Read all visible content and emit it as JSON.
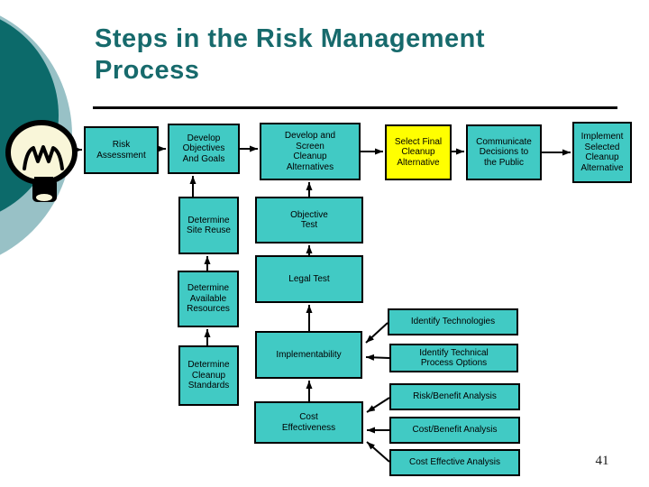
{
  "slide": {
    "title": "Steps in the Risk Management\nProcess",
    "page_number": "41"
  },
  "colors": {
    "box_teal": "#41CAC4",
    "box_yellow": "#FFFF00",
    "title_teal": "#176A6C",
    "deco_dark": "#0C6A6A",
    "deco_light": "#98C1C6",
    "bulb_cream": "#F9F6D9",
    "line_black": "#000000"
  },
  "nodes": {
    "risk_assessment": {
      "label": "Risk\nAssessment",
      "fill": "teal"
    },
    "develop_objectives": {
      "label": "Develop\nObjectives\nAnd Goals",
      "fill": "teal"
    },
    "develop_screen": {
      "label": "Develop and\nScreen\nCleanup\nAlternatives",
      "fill": "teal"
    },
    "select_final": {
      "label": "Select Final\nCleanup\nAlternative",
      "fill": "yellow",
      "highlight": true
    },
    "communicate": {
      "label": "Communicate\nDecisions to\nthe Public",
      "fill": "teal"
    },
    "implement_selected": {
      "label": "Implement\nSelected\nCleanup\nAlternative",
      "fill": "teal"
    },
    "determine_site_reuse": {
      "label": "Determine\nSite Reuse",
      "fill": "teal"
    },
    "objective_test": {
      "label": "Objective\nTest",
      "fill": "teal"
    },
    "determine_available": {
      "label": "Determine\nAvailable\nResources",
      "fill": "teal"
    },
    "legal_test": {
      "label": "Legal Test",
      "fill": "teal"
    },
    "determine_standards": {
      "label": "Determine\nCleanup\nStandards",
      "fill": "teal"
    },
    "implementability": {
      "label": "Implementability",
      "fill": "teal"
    },
    "identify_technologies": {
      "label": "Identify Technologies",
      "fill": "teal"
    },
    "identify_technical": {
      "label": "Identify Technical\nProcess Options",
      "fill": "teal"
    },
    "risk_benefit": {
      "label": "Risk/Benefit Analysis",
      "fill": "teal"
    },
    "cost_effectiveness": {
      "label": "Cost\nEffectiveness",
      "fill": "teal"
    },
    "cost_benefit": {
      "label": "Cost/Benefit Analysis",
      "fill": "teal"
    },
    "cost_effective": {
      "label": "Cost Effective Analysis",
      "fill": "teal"
    }
  },
  "edges": [
    {
      "from": "lightbulb",
      "to": "risk_assessment"
    },
    {
      "from": "risk_assessment",
      "to": "develop_objectives"
    },
    {
      "from": "develop_objectives",
      "to": "develop_screen"
    },
    {
      "from": "develop_screen",
      "to": "select_final"
    },
    {
      "from": "select_final",
      "to": "communicate"
    },
    {
      "from": "communicate",
      "to": "implement_selected"
    },
    {
      "from": "determine_site_reuse",
      "to": "develop_objectives"
    },
    {
      "from": "objective_test",
      "to": "develop_screen"
    },
    {
      "from": "determine_available",
      "to": "determine_site_reuse"
    },
    {
      "from": "legal_test",
      "to": "objective_test"
    },
    {
      "from": "determine_standards",
      "to": "determine_available"
    },
    {
      "from": "implementability",
      "to": "legal_test"
    },
    {
      "from": "cost_effectiveness",
      "to": "implementability"
    },
    {
      "from": "identify_technologies",
      "to": "implementability"
    },
    {
      "from": "identify_technical",
      "to": "implementability"
    },
    {
      "from": "risk_benefit",
      "to": "cost_effectiveness"
    },
    {
      "from": "cost_benefit",
      "to": "cost_effectiveness"
    },
    {
      "from": "cost_effective",
      "to": "cost_effectiveness"
    }
  ]
}
